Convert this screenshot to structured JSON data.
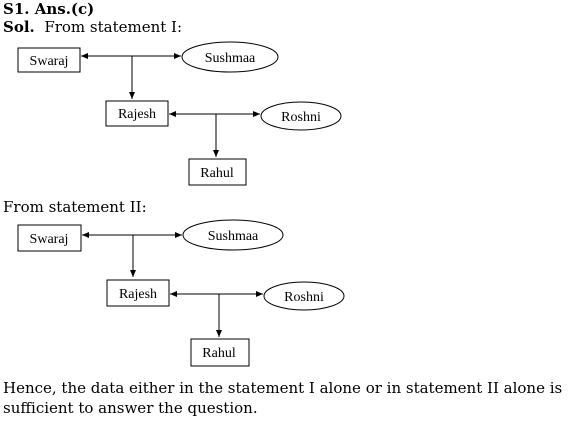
{
  "answer": {
    "heading": "S1. Ans.(c)",
    "sol_label": "Sol.",
    "sol_text": "From statement I:"
  },
  "statement2": {
    "label": "From statement II:"
  },
  "diagram1": {
    "nodes": {
      "swaraj": "Swaraj",
      "sushmaa": "Sushmaa",
      "rajesh": "Rajesh",
      "roshni": "Roshni",
      "rahul": "Rahul"
    }
  },
  "diagram2": {
    "nodes": {
      "swaraj": "Swaraj",
      "sushmaa": "Sushmaa",
      "rajesh": "Rajesh",
      "roshni": "Roshni",
      "rahul": "Rahul"
    }
  },
  "conclusion": "Hence, the data either in the statement I alone or in statement II alone is sufficient to answer the question."
}
